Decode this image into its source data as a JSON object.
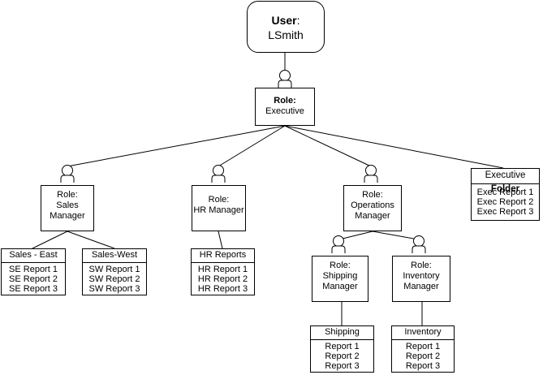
{
  "user": {
    "label": "User",
    "colon": ":",
    "name": "LSmith"
  },
  "executive_role": {
    "label": "Role:",
    "name": "Executive"
  },
  "roles": [
    {
      "id": "sales",
      "label": "Role:",
      "lines": [
        "Sales",
        "Manager"
      ]
    },
    {
      "id": "hr",
      "label": "Role:",
      "lines": [
        "HR Manager"
      ]
    },
    {
      "id": "operations",
      "label": "Role:",
      "lines": [
        "Operations",
        "Manager"
      ]
    },
    {
      "id": "shipping",
      "label": "Role:",
      "lines": [
        "Shipping",
        "Manager"
      ]
    },
    {
      "id": "inventory",
      "label": "Role:",
      "lines": [
        "Inventory",
        "Manager"
      ]
    }
  ],
  "folders": [
    {
      "id": "sales-east",
      "title": "Sales - East",
      "items": [
        "SE Report 1",
        "SE Report 2",
        "SE Report 3"
      ]
    },
    {
      "id": "sales-west",
      "title": "Sales-West",
      "items": [
        "SW Report 1",
        "SW Report 2",
        "SW Report 3"
      ]
    },
    {
      "id": "hr-reports",
      "title": "HR Reports",
      "items": [
        "HR Report 1",
        "HR Report 2",
        "HR Report 3"
      ]
    },
    {
      "id": "shipping",
      "title": "Shipping",
      "items": [
        "Report 1",
        "Report 2",
        "Report 3"
      ]
    },
    {
      "id": "inventory",
      "title": "Inventory",
      "items": [
        "Report 1",
        "Report 2",
        "Report 3"
      ]
    }
  ],
  "executive_folder": {
    "title": "Executive",
    "title_bold": "Folder",
    "items": [
      "Exec Report 1",
      "Exec Report 2",
      "Exec Report 3"
    ]
  },
  "icons": {
    "person": "person-icon"
  }
}
